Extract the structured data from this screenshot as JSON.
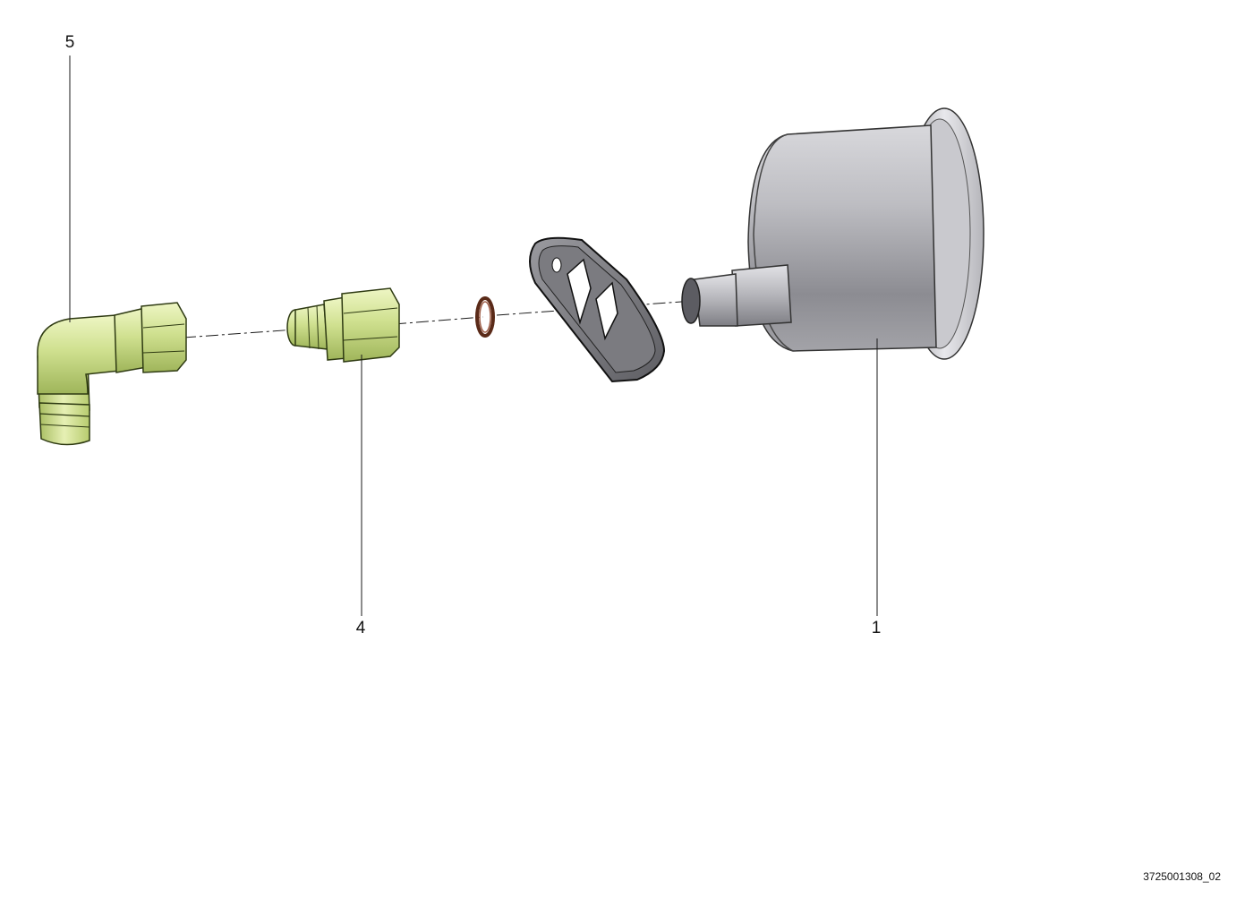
{
  "diagram": {
    "parts": [
      {
        "callout": "5",
        "icon": "elbow-fitting-icon"
      },
      {
        "callout": "4",
        "icon": "straight-adapter-fitting-icon"
      },
      {
        "callout": "1",
        "icon": "pressure-gauge-icon"
      }
    ],
    "unlabeled_parts": [
      "o-ring-seal-icon",
      "mounting-gasket-icon"
    ],
    "drawing_number": "3725001308_02",
    "colors": {
      "fitting": "#c8dc8a",
      "gauge_body": "#a9a9ad",
      "gasket": "#6d6d71",
      "o_ring": "#7a3a26",
      "line": "#1a1a1a"
    }
  }
}
